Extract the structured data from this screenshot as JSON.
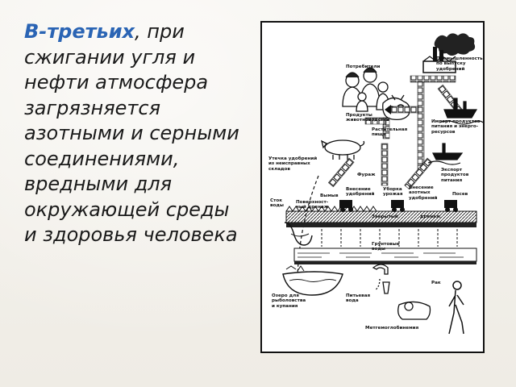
{
  "text": {
    "accent": "В-третьих",
    "body": ", при сжигании угля и нефти атмосфера загрязняется азотными и серными соединениями, вредными для окружающей среды и здоровья человека"
  },
  "colors": {
    "accent": "#2a64b4",
    "text": "#1a1a1a",
    "background": "#f4f2ec"
  },
  "diagram": {
    "labels": {
      "consumers": "Потребители",
      "industry": "Промышленность\nпо выпуску\nудобрений",
      "dairy": "Продукты\nживотноводства",
      "import": "Импорт продуктов\nпитания и энерго-\nресурсов",
      "plant_food": "Растительная\nпища",
      "leak": "Утечка удобрений\nиз неисправных\nскладов",
      "feed": "Фураж",
      "fert_in1": "Внесение\nудобрений",
      "harvest": "Уборка\nурожая",
      "fert_in2": "Внесение\nазотных\nудобрений",
      "export": "Экспорт\nпродуктов\nпитания",
      "runoff": "Сток\nводы",
      "surface_drainage": "Поверхност-\nный дренаж",
      "washout": "Вымыв",
      "sowing": "Посев",
      "closed_drainage": "Закрытый",
      "drainage": "дренаж",
      "groundwater": "Грунтовые\nводы",
      "lake": "Озеро для\nрыболовства\nи купания",
      "drinking_water": "Питьевая\nвода",
      "human": "Рак",
      "methemoglobinemia": "Метгемоглобинемия"
    }
  }
}
